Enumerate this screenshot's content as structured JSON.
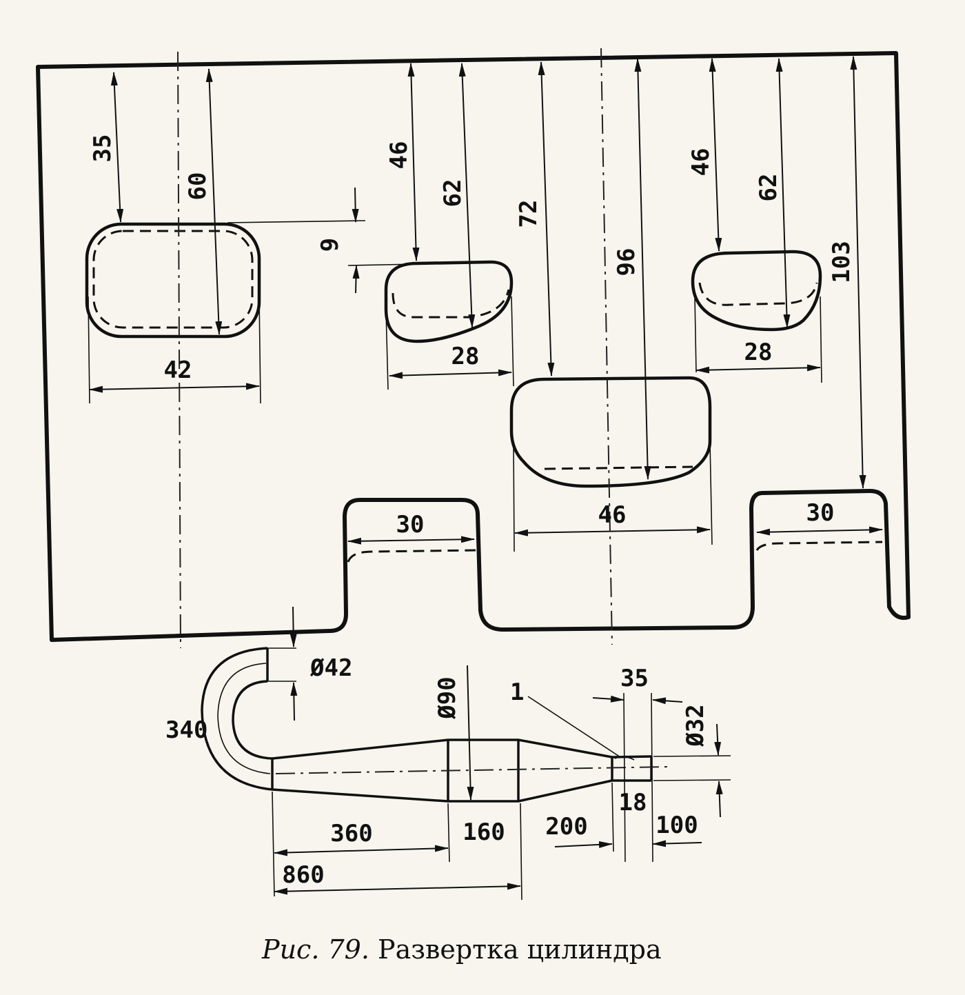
{
  "caption": {
    "prefix": "Рис. 79.",
    "title": "Развертка цилиндра"
  },
  "sheet_dimensions": {
    "port_left_top": "35",
    "port_left_height": "60",
    "port_left_width": "42",
    "offset": "9",
    "port_mid_top": "46",
    "port_mid_height": "62",
    "port_mid_width": "28",
    "port_center_top": "72",
    "port_center_height": "96",
    "port_center_width": "46",
    "port_right_top": "46",
    "port_right_height": "62",
    "port_right_width": "28",
    "window_right_top": "103",
    "window_left_width": "30",
    "window_right_width": "30"
  },
  "pipe_dimensions": {
    "inlet_diameter": "Ø42",
    "bend_length": "340",
    "max_diameter": "Ø90",
    "marker": "1",
    "tip_length": "35",
    "outlet_diameter": "Ø32",
    "section_cone_1": "360",
    "section_cylinder": "160",
    "section_cone_2": "200",
    "section_tip_inner": "18",
    "section_tip_outer": "100",
    "overall_to_cylinder": "860"
  }
}
